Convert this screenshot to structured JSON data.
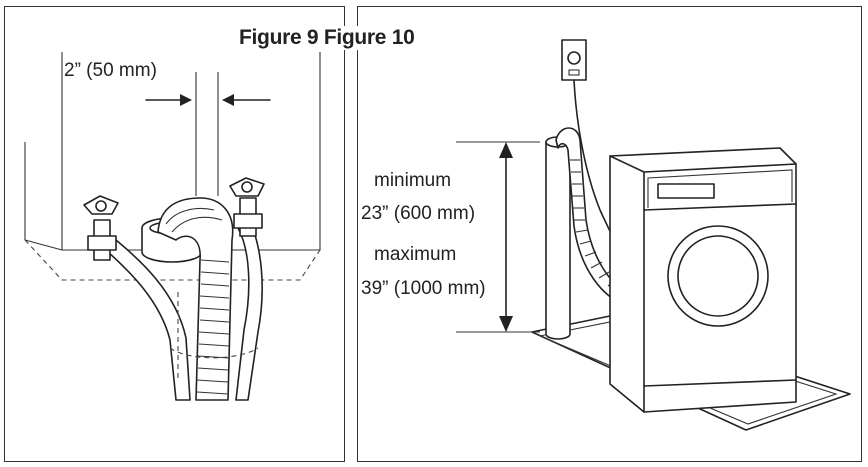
{
  "header": {
    "title": "Figure 9 Figure 10"
  },
  "figure9": {
    "gap_label": "2” (50 mm)"
  },
  "figure10": {
    "min_label": "minimum",
    "min_value": "23” (600 mm)",
    "max_label": "maximum",
    "max_value": "39” (1000 mm)"
  }
}
